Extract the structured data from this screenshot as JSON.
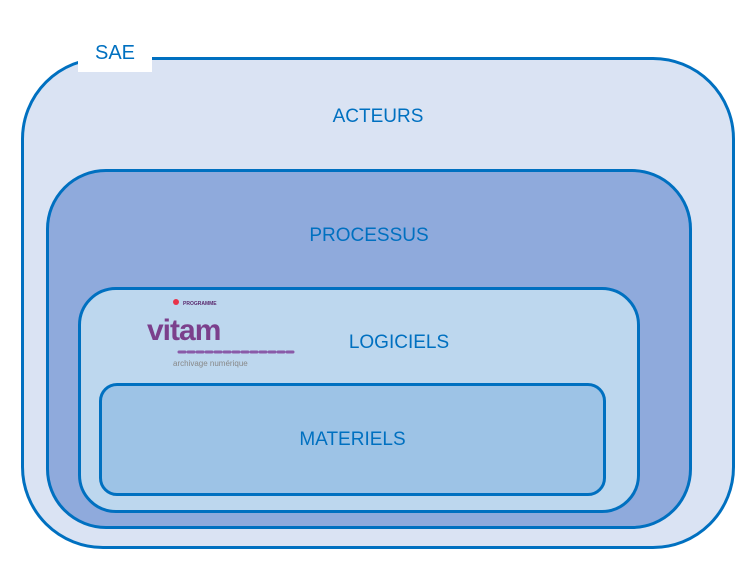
{
  "container_label": "SAE",
  "layers": {
    "acteurs": "ACTEURS",
    "processus": "PROCESSUS",
    "logiciels": "LOGICIELS",
    "materiels": "MATERIELS"
  },
  "logo": {
    "top": "PROGRAMME",
    "name": "vitam",
    "subtitle": "archivage numérique"
  },
  "colors": {
    "border": "#0070c0",
    "text": "#0070c0",
    "acteurs_fill": "#dae3f3",
    "processus_fill": "#8faadc",
    "logiciels_fill": "#bdd7ee",
    "materiels_fill": "#9dc3e6"
  }
}
